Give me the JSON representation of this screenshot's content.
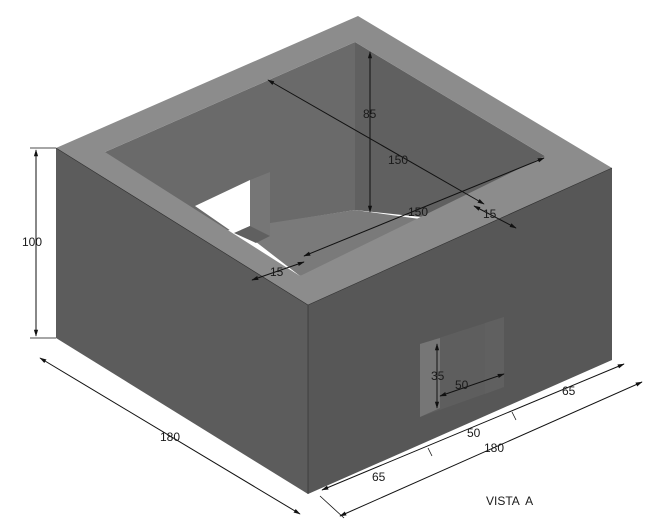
{
  "colors": {
    "top_rim": "#8c8c8c",
    "left_outer": "#5c5c5c",
    "right_outer": "#575757",
    "inner_back_left": "#6a6a6a",
    "inner_back_right": "#606060",
    "inner_floor": "#7a7a7a",
    "window_reveal": "#767676",
    "window_inner": "#5e5e5e",
    "background": "#ffffff",
    "line": "#111111"
  },
  "dimensions": {
    "height_total": "100",
    "inner_height": "85",
    "inner_length_a": "150",
    "inner_length_b": "150",
    "wall_thickness_a": "15",
    "wall_thickness_b": "15",
    "outer_left": "180",
    "outer_front": "180",
    "window_height": "35",
    "window_width_top": "50",
    "window_width_bottom": "50",
    "front_left_offset": "65",
    "front_right_offset": "65"
  },
  "caption": "VISTA  A"
}
